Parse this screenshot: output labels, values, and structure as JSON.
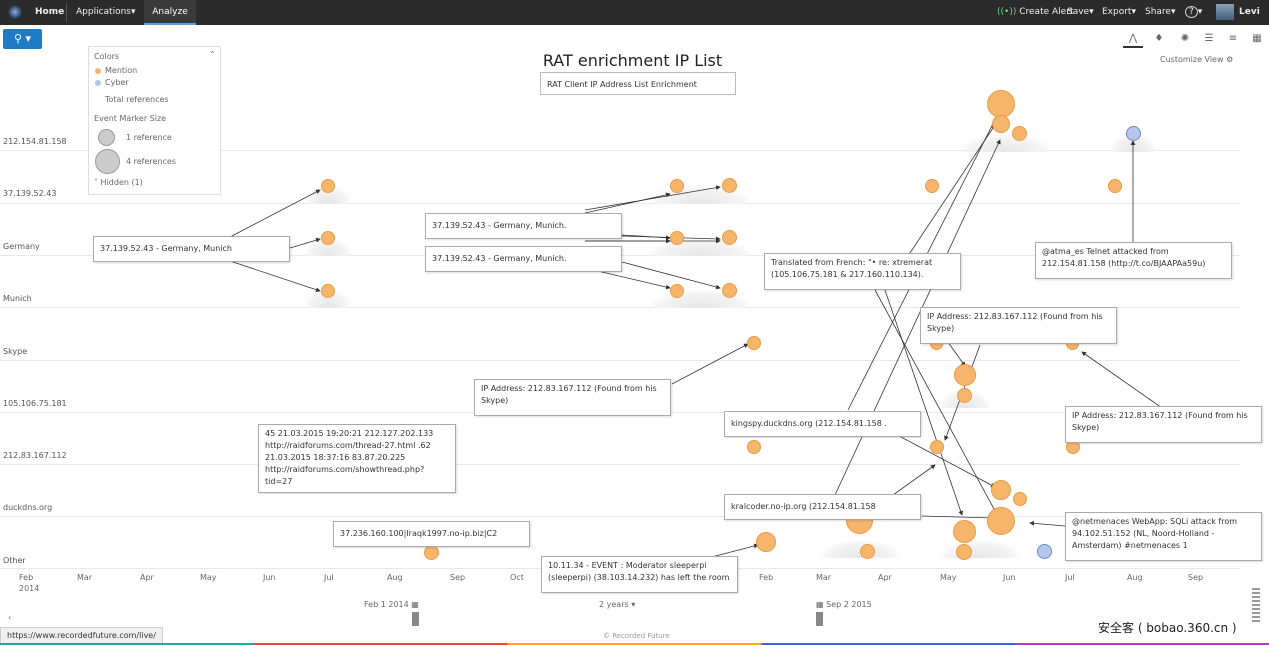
{
  "topbar": {
    "home": "Home",
    "applications": "Applications",
    "analyze": "Analyze",
    "create_alert": "Create Alert",
    "save": "Save",
    "export": "Export",
    "share": "Share",
    "help": "?",
    "user": "Levi"
  },
  "chart": {
    "title": "RAT enrichment IP List",
    "subtitle": "RAT Client IP Address List Enrichment",
    "customize": "Customize View"
  },
  "legend": {
    "colors_heading": "Colors",
    "mention": "Mention",
    "cyber": "Cyber",
    "total_refs": "Total references",
    "size_heading": "Event Marker Size",
    "one_ref": "1 reference",
    "four_refs": "4 references",
    "hidden": "Hidden (1)",
    "mention_color": "#f7b56c",
    "cyber_color": "#b4c6ea"
  },
  "rows": [
    "212.154.81.158",
    "37.139.52.43",
    "Germany",
    "Munich",
    "Skype",
    "105.106.75.181",
    "212.83.167.112",
    "duckdns.org",
    "Other"
  ],
  "xaxis": {
    "labels": [
      "Feb",
      "Mar",
      "Apr",
      "May",
      "Jun",
      "Jul",
      "Aug",
      "Sep",
      "Oct",
      "Feb",
      "Mar",
      "Apr",
      "May",
      "Jun",
      "Jul",
      "Aug",
      "Sep"
    ],
    "year": "2014"
  },
  "annotations": {
    "a1": "37.139.52.43 - Germany, Munich",
    "a2": "37.139.52.43 - Germany, Munich.",
    "a3": "37.139.52.43 - Germany, Munich.",
    "a4": "Translated from French: \"• re: xtremerat (105.106.75.181 & 217.160.110.134).",
    "a5": "@atma_es Telnet attacked from 212.154.81.158 (http://t.co/BJAAPAa59u)",
    "a6": "IP Address: 212.83.167.112 (Found from his Skype)",
    "a7": "IP Address: 212.83.167.112 (Found from his Skype)",
    "a8": "IP Address: 212.83.167.112 (Found from his Skype)",
    "a9": "kingspy.duckdns.org (212.154.81.158 .",
    "a10": "45 21.03.2015 19:20:21 212.127.202.133 http://raidforums.com/thread-27.html .62 21.03.2015 18:37:16 83.87.20.225 http://raidforums.com/showthread.php?tid=27",
    "a11": "kralcoder.no-ip.org (212.154.81.158",
    "a12": "37.236.160.100|Iraqk1997.no-ip.biz|C2",
    "a13": "10.11.34 - EVENT : Moderator sleeperpi (sleeperpi) (38.103.14.232) has left the room",
    "a14": "@netmenaces WebApp: SQLi attack from 94.102.51.152 (NL, Noord-Holland - Amsterdam) #netmenaces 1"
  },
  "timeline": {
    "start": "Feb 1 2014",
    "span": "2 years",
    "end": "Sep 2 2015",
    "copyright": "© Recorded Future"
  },
  "status_url": "https://www.recordedfuture.com/live/",
  "watermark": "安全客 ( bobao.360.cn )"
}
